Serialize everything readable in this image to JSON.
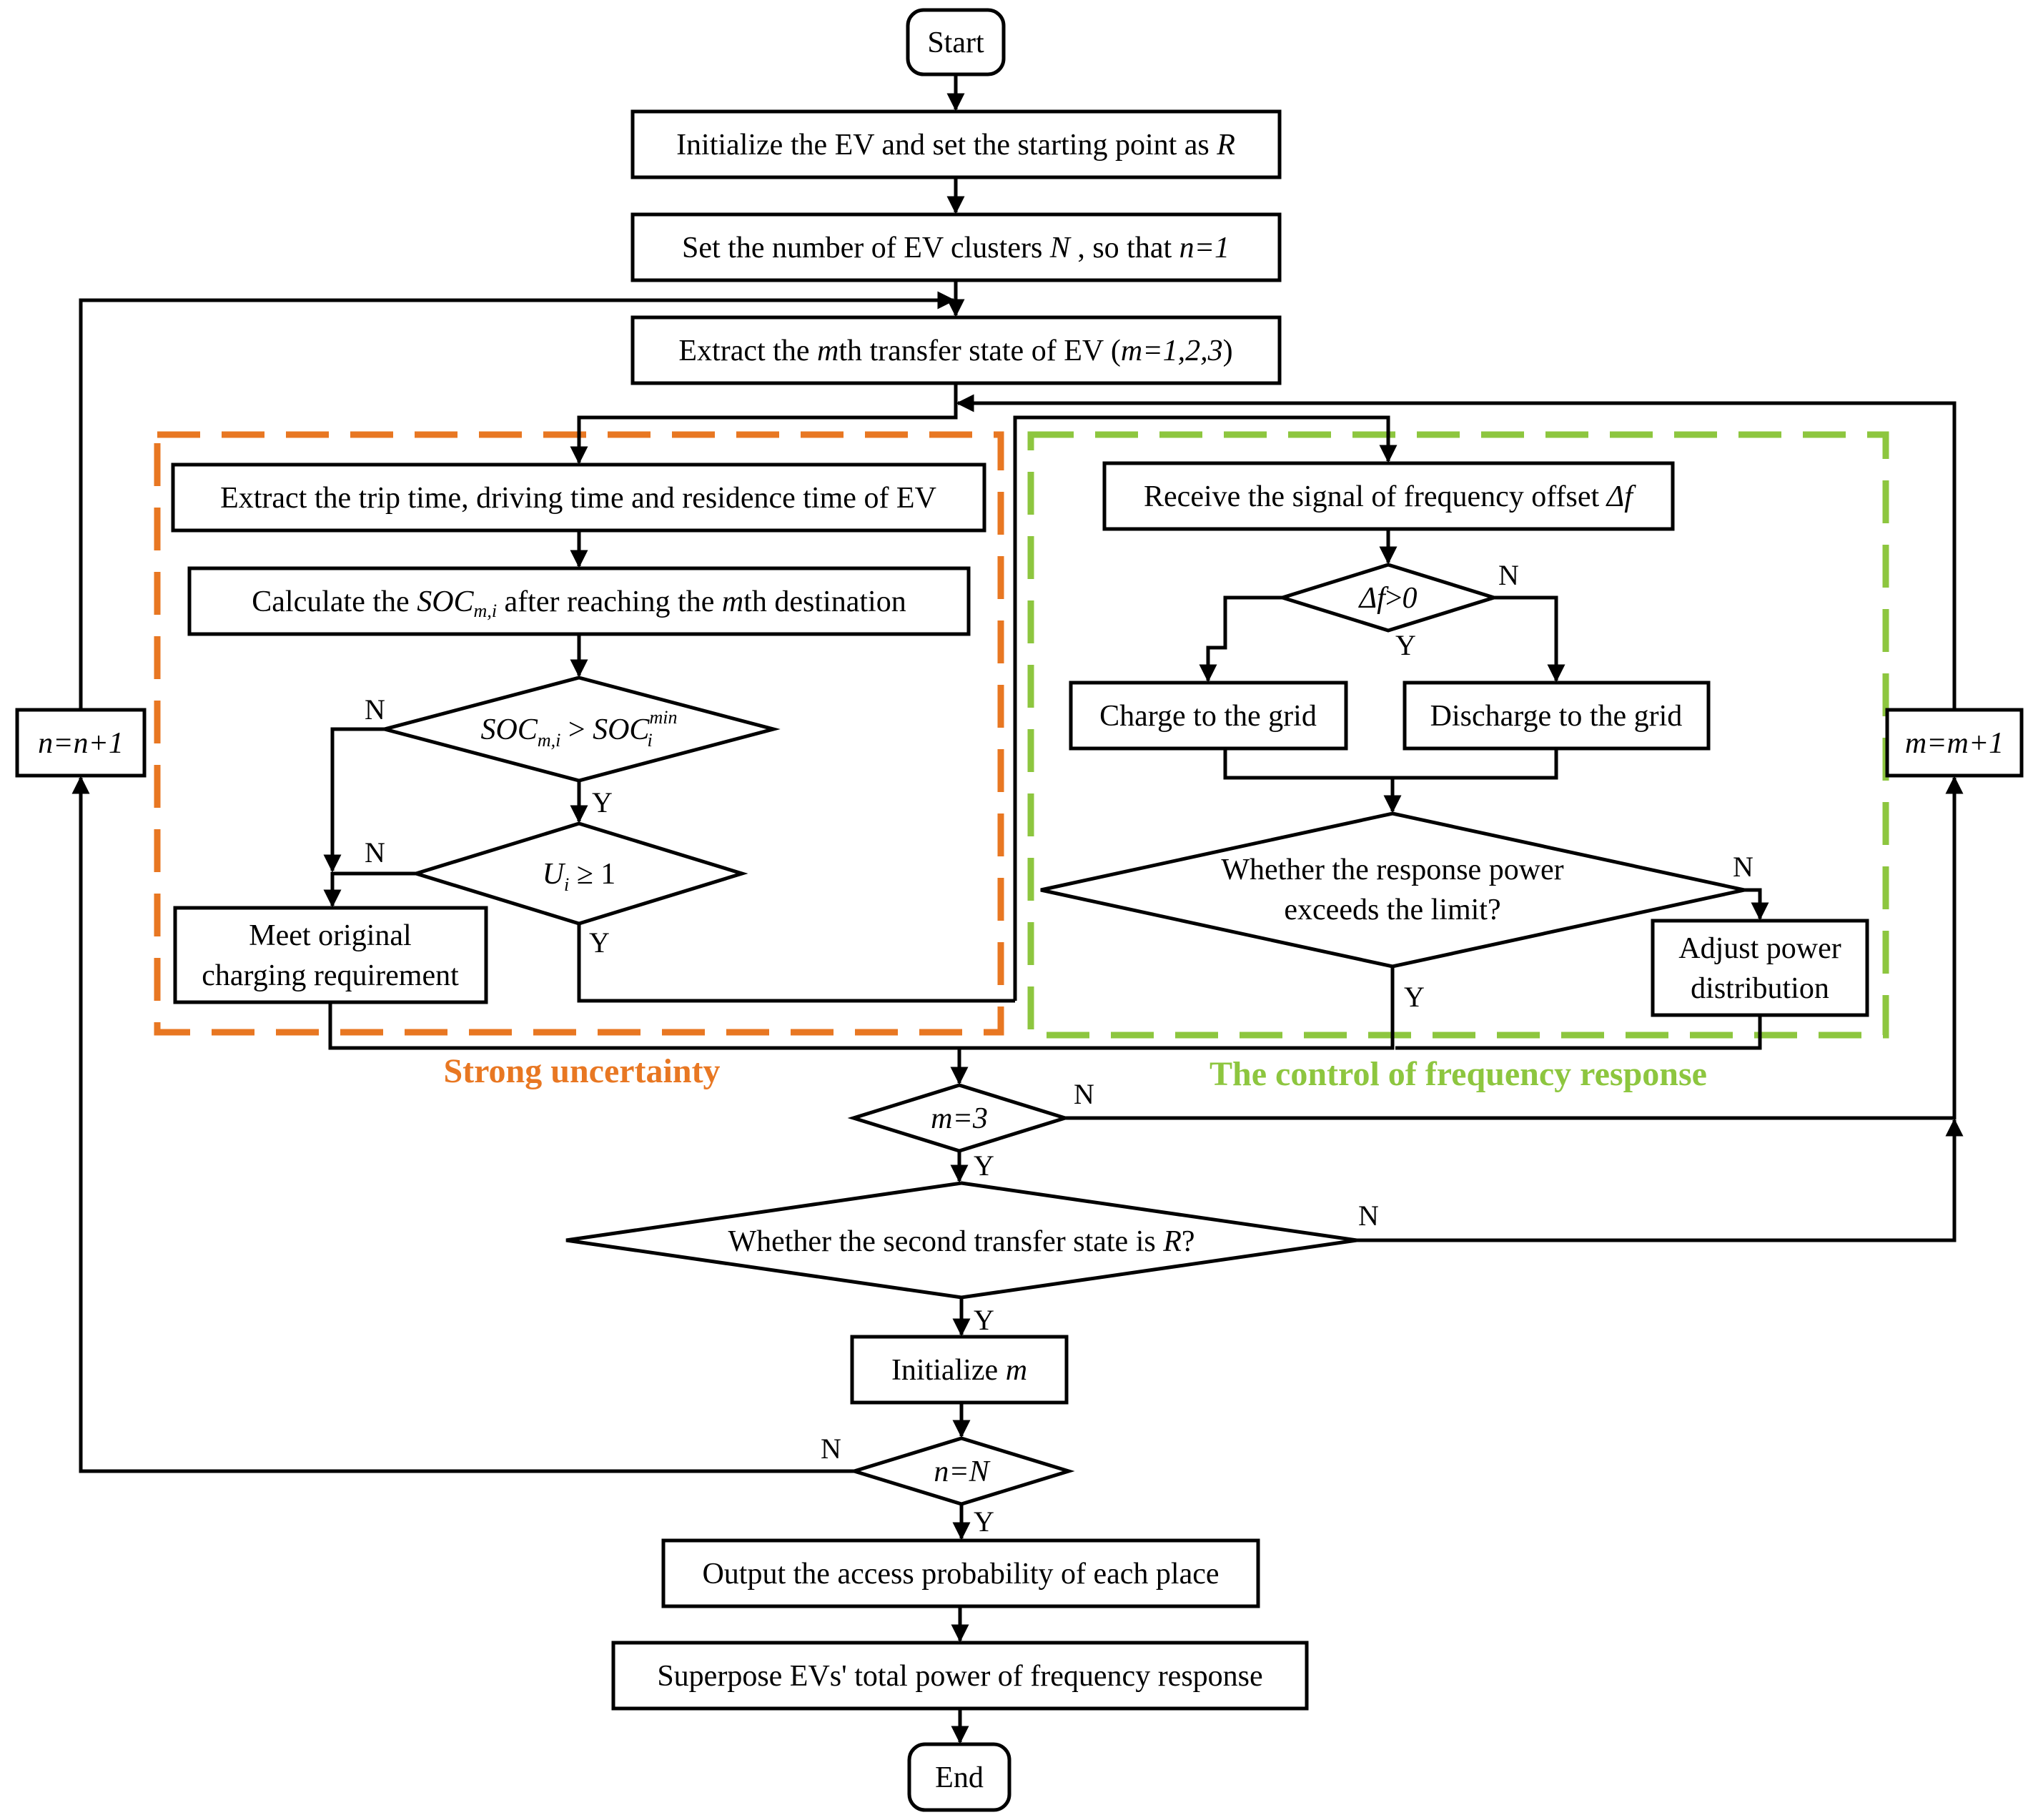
{
  "colors": {
    "strong_uncertainty": "#e87722",
    "frequency_response": "#8dc63f",
    "line": "#000000"
  },
  "nodes": {
    "start": "Start",
    "init_ev": {
      "text": "Initialize the EV and set the starting point as ",
      "var": "R"
    },
    "set_clusters": {
      "text_a": "Set the number of EV clusters ",
      "var_a": "N",
      "text_b": " , so that ",
      "var_b": "n=1"
    },
    "extract_state": {
      "text_a": "Extract the ",
      "var_a": "m",
      "text_b": "th transfer state of EV (",
      "var_b": "m=1,2,3",
      "text_c": ")"
    },
    "extract_trip": "Extract the trip time, driving time and residence time of EV",
    "calc_soc": {
      "text_a": "Calculate  the ",
      "var_a": "SOC",
      "sub_a": "m,i",
      "text_b": " after reaching the ",
      "var_b": "m",
      "text_c": "th destination"
    },
    "soc_decision": {
      "lhs": "SOC",
      "lhs_sub": "m,i",
      "op": " > ",
      "rhs": "SOC",
      "rhs_sub": "i",
      "rhs_sup": "min"
    },
    "ui_decision": {
      "var": "U",
      "sub": "i",
      "rel": " ≥ 1"
    },
    "meet_original": {
      "line1": "Meet original",
      "line2": "charging requirement"
    },
    "receive_signal": {
      "text": "Receive the signal of frequency offset ",
      "var": "Δf"
    },
    "df_decision": {
      "var": "Δf",
      "rel": ">",
      "val": "0"
    },
    "charge": "Charge to the grid",
    "discharge": "Discharge to the grid",
    "power_limit": {
      "line1": "Whether the response power",
      "line2": "exceeds the limit?"
    },
    "adjust_power": {
      "line1": "Adjust power",
      "line2": "distribution"
    },
    "m_decision": "m=3",
    "second_state": {
      "text": "Whether the second transfer state is ",
      "var": "R",
      "suffix": "?"
    },
    "init_m": {
      "text": "Initialize ",
      "var": "m"
    },
    "n_decision": "n=N",
    "output_prob": "Output the access probability of each place",
    "superpose": "Superpose EVs' total power of frequency response",
    "end": "End",
    "n_increment": "n=n+1",
    "m_increment": "m=m+1"
  },
  "branch_labels": {
    "yes": "Y",
    "no": "N"
  },
  "regions": {
    "strong_uncertainty": "Strong uncertainty",
    "frequency_response": "The control of frequency response"
  }
}
